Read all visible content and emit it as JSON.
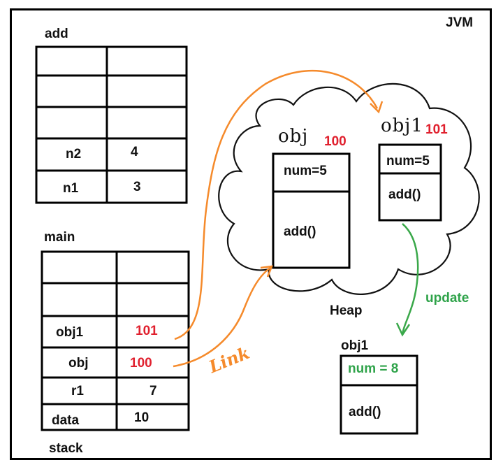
{
  "jvm_label": "JVM",
  "stack": {
    "label": "stack",
    "add_frame": {
      "title": "add",
      "rows": [
        {
          "name": "n2",
          "value": "4"
        },
        {
          "name": "n1",
          "value": "3"
        }
      ]
    },
    "main_frame": {
      "title": "main",
      "rows": [
        {
          "name": "obj1",
          "value": "101"
        },
        {
          "name": "obj",
          "value": "100"
        },
        {
          "name": "r1",
          "value": "7"
        },
        {
          "name": "data",
          "value": "10"
        }
      ]
    }
  },
  "heap": {
    "label": "Heap",
    "obj": {
      "name": "obj",
      "address": "100",
      "field": "num=5",
      "method": "add()"
    },
    "obj1": {
      "name": "obj1",
      "address": "101",
      "field": "num=5",
      "method": "add()"
    }
  },
  "updated_obj1": {
    "name": "obj1",
    "field": "num = 8",
    "method": "add()"
  },
  "annotations": {
    "link": "Link",
    "update": "update"
  },
  "colors": {
    "arrow_orange": "#f58a2b",
    "arrow_green": "#3aa84a",
    "address_red": "#e0202e",
    "update_green": "#2fa34a"
  }
}
